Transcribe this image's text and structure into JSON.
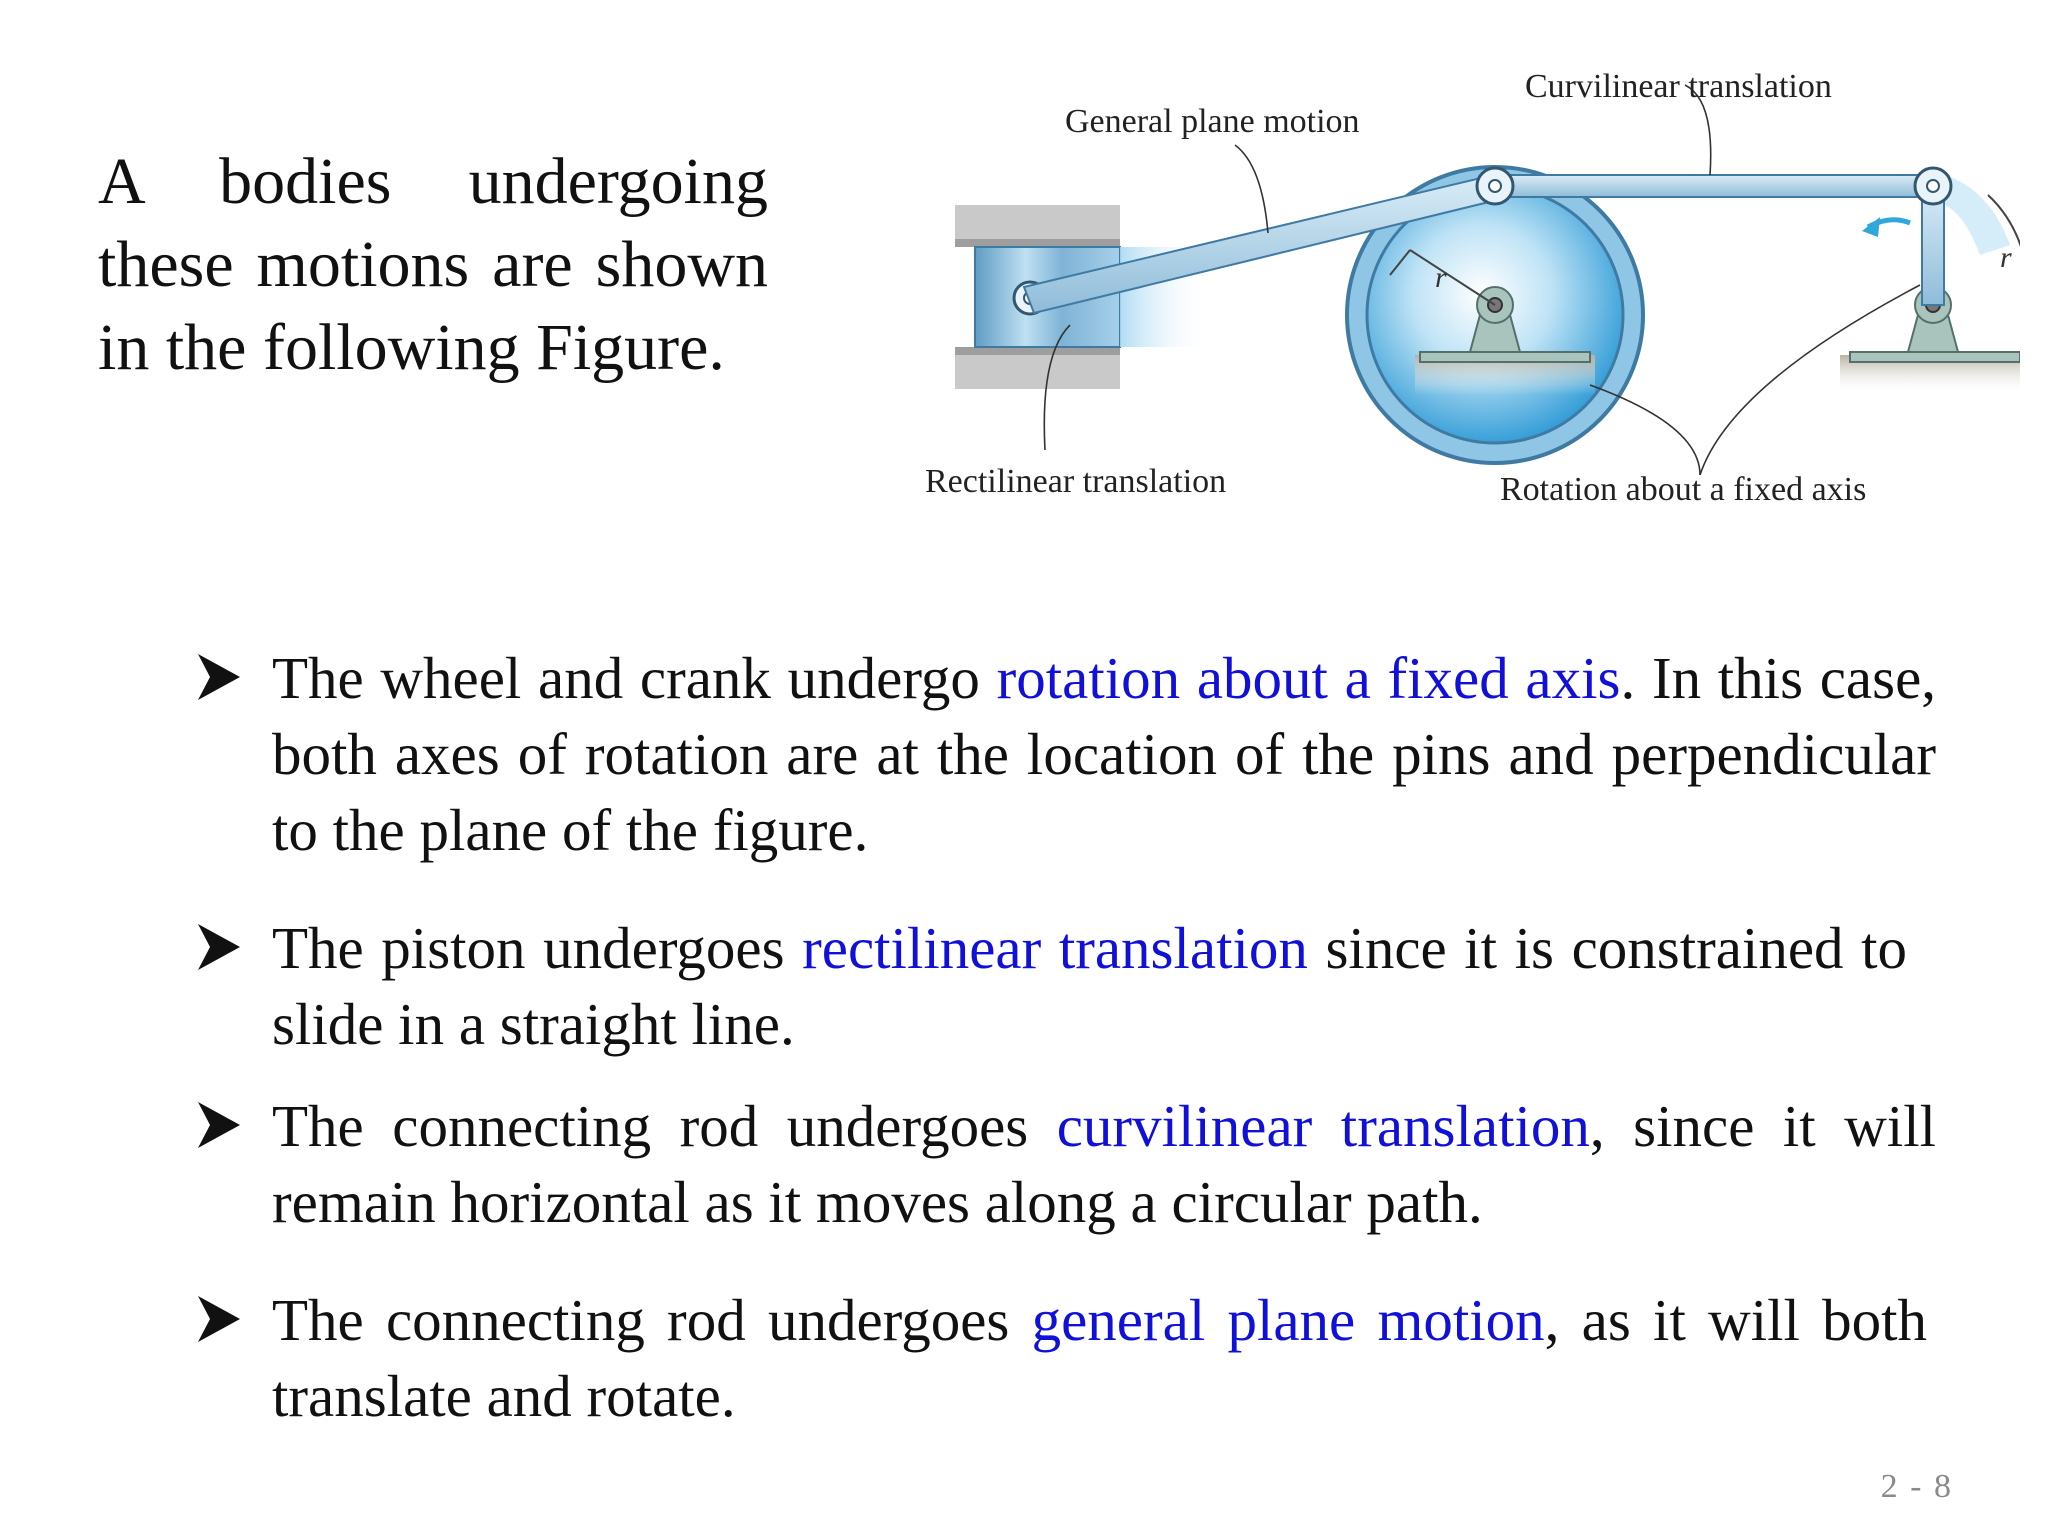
{
  "intro": {
    "text": "A bodies undergoing these motions are shown in the following Figure."
  },
  "figure": {
    "labels": {
      "general_plane_motion": "General plane motion",
      "curvilinear_translation": "Curvilinear translation",
      "rectilinear_translation": "Rectilinear translation",
      "rotation_fixed_axis": "Rotation about a fixed axis",
      "radius_left": "r",
      "radius_right": "r"
    },
    "colors": {
      "steel_blue": "#7fb9dc",
      "light_blue": "#c9e5f5",
      "support_green": "#a9c4bd",
      "arrow_blue": "#2fa6dc"
    }
  },
  "bullets": [
    {
      "before": "The wheel and crank undergo ",
      "highlight": "rotation about a fixed axis",
      "after": ".  In this case, both axes of rotation are at the location of the pins and perpendicular to the plane of the figure."
    },
    {
      "before": "The piston undergoes ",
      "highlight": "rectilinear translation",
      "after": " since it is constrained to slide in a straight line."
    },
    {
      "before": "The connecting rod undergoes ",
      "highlight": "curvilinear translation",
      "after": ", since it will remain horizontal as it moves along a circular path."
    },
    {
      "before": "The connecting rod undergoes ",
      "highlight": "general plane motion",
      "after": ", as it will both translate and rotate."
    }
  ],
  "colors": {
    "highlight": "#1010d8",
    "page_number": "#8a8a8a"
  },
  "page_number": "2 - 8"
}
